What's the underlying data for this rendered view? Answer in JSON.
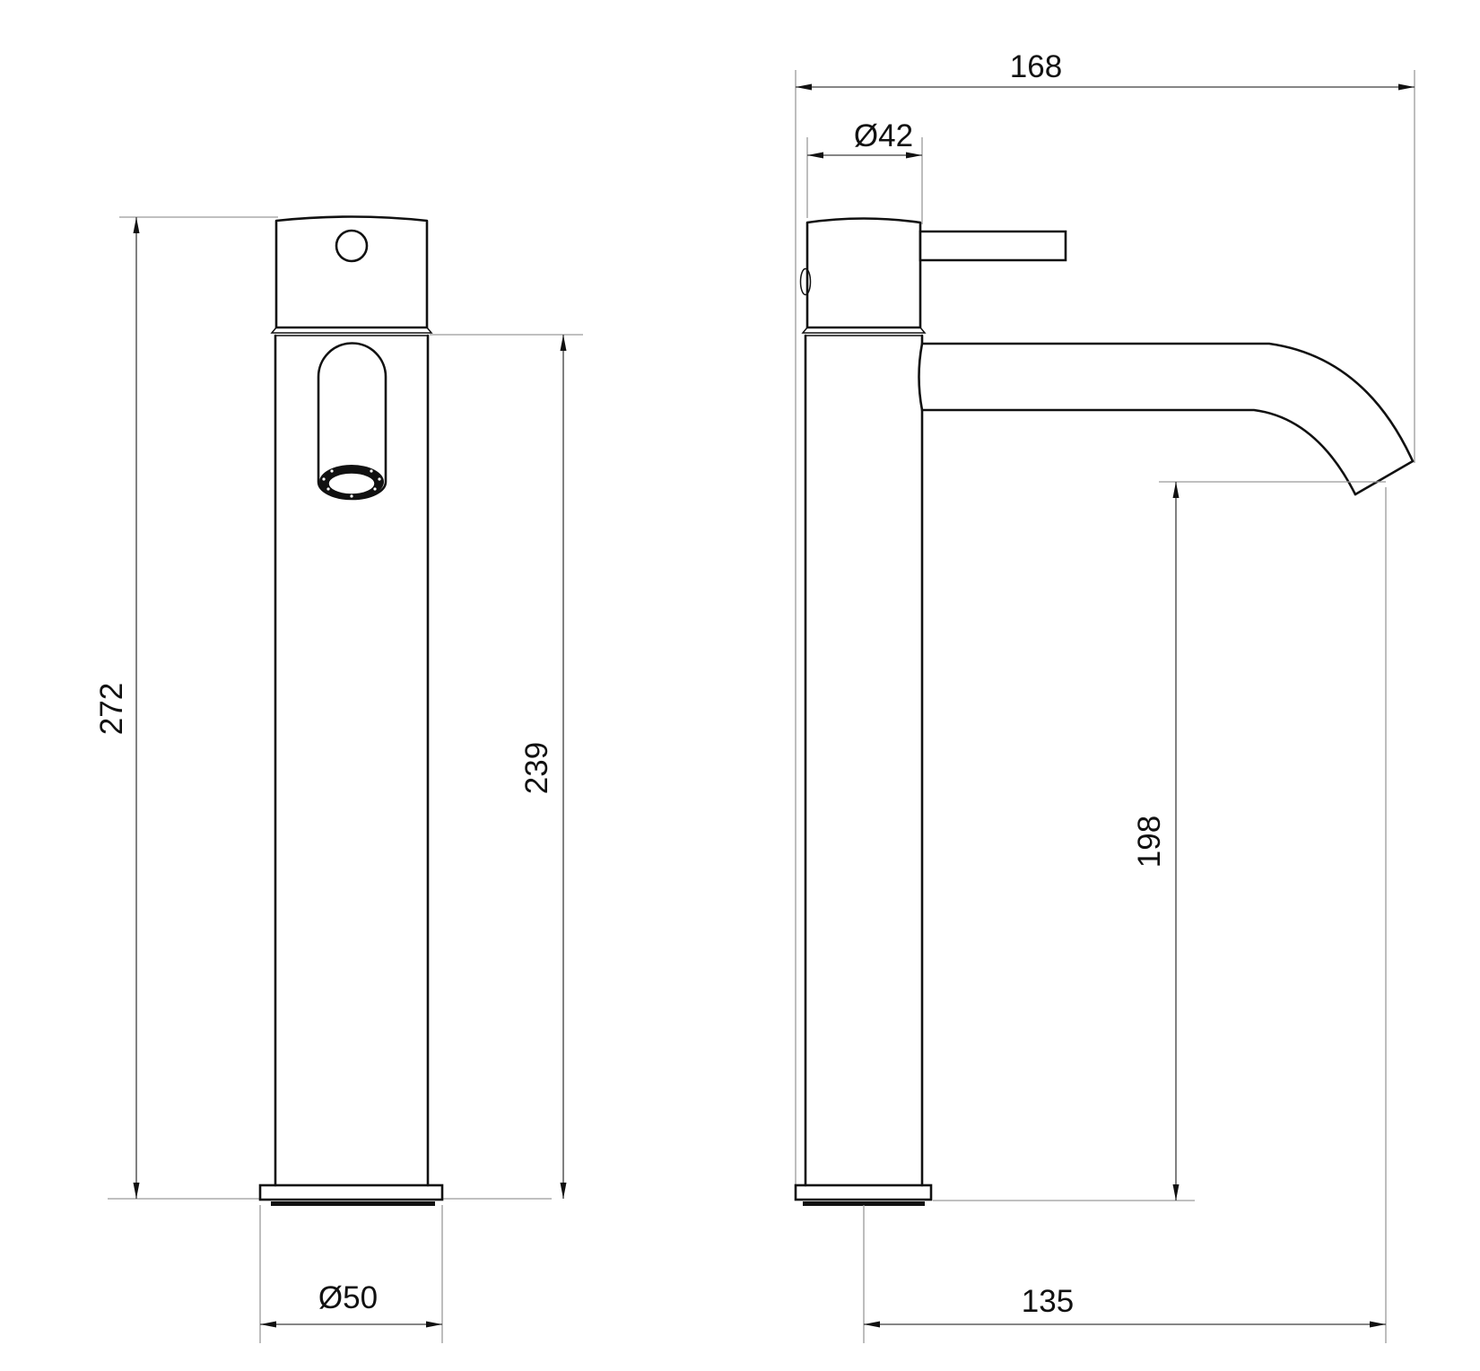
{
  "drawing": {
    "kind": "technical dimension drawing",
    "subject": "tall single-lever basin mixer tap, front and side elevations",
    "units_shown": "mm",
    "colors": {
      "background": "#ffffff",
      "object_lines": "#111111",
      "dimension_lines": "#3d3d3d",
      "extension_lines": "#9a9a9a"
    },
    "dimensions": {
      "front_overall_height": "272",
      "front_upper_height": "239",
      "front_base_diameter": "Ø50",
      "side_overall_depth": "168",
      "side_body_diameter": "Ø42",
      "side_outlet_height": "198",
      "side_spout_reach": "135"
    }
  }
}
